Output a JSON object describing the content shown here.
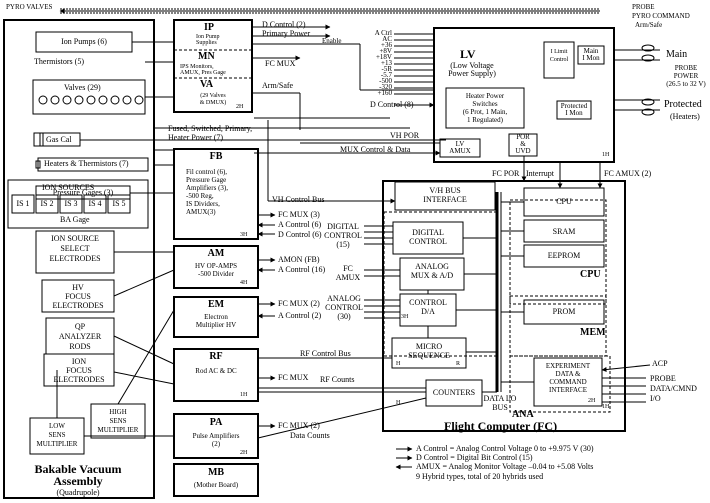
{
  "top": {
    "pyro_valves": "PYRO VALVES",
    "probe_pyro_command": "PROBE\nPYRO COMMAND",
    "arm_safe": "Arm/Safe"
  },
  "left": {
    "ion_pumps": "Ion Pumps (6)",
    "thermistors": "Thermistors (5)",
    "valves": "Valves (29)",
    "gas_cal": "Gas Cal",
    "heaters_thermistors": "Heaters & Thermistors (7)",
    "pressure_gages": "Pressure Gages (3)",
    "ion_sources": "ION SOURCES",
    "is_items": [
      "IS 1",
      "IS 2",
      "IS 3",
      "IS 4",
      "IS 5"
    ],
    "ba_gage": "BA Gage",
    "ion_source_select": "ION SOURCE\nSELECT\nELECTRODES",
    "hv_focus": "HV\nFOCUS\nELECTRODES",
    "qp_analyzer": "QP\nANALYZER\nRODS",
    "ion_focus": "ION\nFOCUS\nELECTRODES",
    "low_sens": "LOW\nSENS\nMULTIPLIER",
    "high_sens": "HIGH\nSENS\nMULTIPLIER",
    "bakable_title": "Bakable Vacuum\nAssembly",
    "quadrupole": "(Quadrupole)"
  },
  "mid": {
    "ip_title": "IP",
    "ip_sub": "Ion Pump\nSupplies",
    "mn_title": "MN",
    "mn_sub": "IPS Monitors,\nAMUX, Pres Gage",
    "va_title": "VA",
    "va_sub": "(29 Valves\n& DMUX)",
    "va_2h": "2H",
    "d_control_2": "D Control (2)",
    "primary_power": "Primary Power",
    "enable": "Enable",
    "fc_mux": "FC MUX",
    "arm_safe": "Arm/Safe",
    "fused_line": "Fused, Switched, Primary,\nHeater Power (7)",
    "fb_title": "FB",
    "fb_sub": "Fil control (6),\nPressure Gage\nAmplifiers (3),\n-500 Reg,\nIS Dividers,\nAMUX(3)",
    "fb_3h": "3H",
    "fc_mux_3": "FC MUX (3)",
    "a_control_6": "A Control (6)",
    "d_control_6": "D Control (6)",
    "vh_control_bus": "VH Control Bus",
    "am_title": "AM",
    "am_sub": "HV OP-AMPS\n-500 Divider",
    "am_4h": "4H",
    "amon_fb": "AMON (FB)",
    "a_control_16": "A Control (16)",
    "em_title": "EM",
    "em_sub": "Electron\nMultiplier HV",
    "fc_mux_2a": "FC MUX (2)",
    "a_control_2": "A Control (2)",
    "rf_title": "RF",
    "rf_sub": "Rod AC & DC",
    "rf_1h": "1H",
    "rf_control_bus": "RF Control Bus",
    "fc_mux_rf": "FC MUX",
    "rf_counts": "RF Counts",
    "pa_title": "PA",
    "pa_sub": "Pulse Amplifiers\n(2)",
    "pa_2h": "2H",
    "fc_mux_2b": "FC MUX (2)",
    "data_counts": "Data Counts",
    "mb_title": "MB",
    "mb_sub": "(Mother Board)"
  },
  "lv": {
    "signals": [
      "A Ctrl",
      "AC",
      "+36",
      "+8V",
      "+18V",
      "+13",
      "-5R",
      "-5.7",
      "-500",
      "-320",
      "+160"
    ],
    "d_control_8": "D Control (8)",
    "title": "LV",
    "sub": "(Low Voltage\nPower Supply)",
    "heater_switches": "Heater Power\nSwitches\n(6 Prot, 1 Main,\n1 Regulated)",
    "limit_control": "I Limit\nControl",
    "main_mon": "Main\nI Mon",
    "prot_mon": "Protected\nI Mon",
    "lv_amux": "LV\nAMUX",
    "por_uvd": "POR\n&\nUVD",
    "vh_por": "VH POR",
    "mux_control_data": "MUX Control & Data",
    "fc_por": "FC POR",
    "interrupt": "Interrupt",
    "fc_amux": "FC AMUX (2)",
    "main": "Main",
    "probe_power": "PROBE\nPOWER\n(26.5 to 32 V)",
    "protected": "Protected",
    "heaters": "(Heaters)",
    "lv_1h": "1H"
  },
  "fc": {
    "vh_bus_interface": "V/H BUS\nINTERFACE",
    "digital_control": "DIGITAL\nCONTROL",
    "digital_control_ext": "DIGITAL\nCONTROL\n(15)",
    "analog_mux": "ANALOG\nMUX & A/D",
    "fc_amux_label": "FC\nAMUX",
    "analog_control": "ANALOG\nCONTROL\n(30)",
    "control_da": "CONTROL\nD/A",
    "micro_sequence": "MICRO\nSEQUENCE",
    "counters": "COUNTERS",
    "data_io_bus": "DATA I/O\nBUS",
    "cpu": "CPU",
    "sram": "SRAM",
    "eeprom": "EEPROM",
    "cpu_label": "CPU",
    "prom": "PROM",
    "mem_label": "MEM",
    "experiment": "EXPERIMENT\nDATA &\nCOMMAND\nINTERFACE",
    "ana": "ANA",
    "acp": "ACP",
    "probe_data": "PROBE\nDATA/CMND\nI/O",
    "title": "Flight Computer (FC)",
    "tag_3h": "3H",
    "tag_2h": "2H",
    "tag_1h": "1H",
    "tag_h1": "H",
    "tag_h2": "H",
    "tag_r": "R"
  },
  "legend": {
    "a_control": "A Control  =  Analog Control Voltage 0 to +9.975 V  (30)",
    "d_control": "D Control  =  Digital Bit Control  (15)",
    "amux": "AMUX  =  Analog Monitor Voltage –0.04 to +5.08 Volts",
    "hybrid": "9 Hybrid types, total of 20 hybrids used"
  }
}
